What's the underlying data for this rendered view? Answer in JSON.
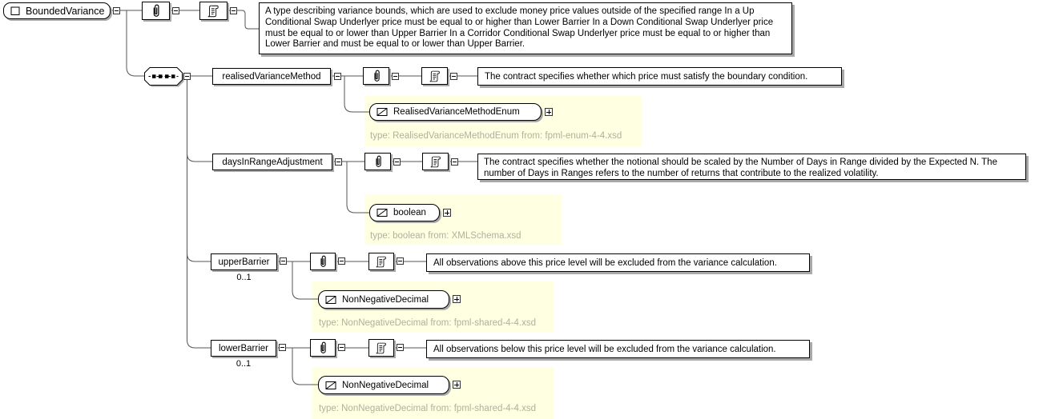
{
  "schema": {
    "root": {
      "label": "BoundedVariance",
      "doc": "A type describing variance bounds, which are used to exclude money price values outside of the specified range In a Up Conditional Swap Underlyer price must be equal to or higher than Lower Barrier In a Down Conditional Swap Underlyer price must be equal to or lower than Upper Barrier In a Corridor Conditional Swap Underlyer price must be equal to or higher than Lower Barrier and must be equal to or lower than Upper Barrier."
    },
    "elements": [
      {
        "name": "realisedVarianceMethod",
        "cardinality": "",
        "doc": "The contract specifies whether which price must satisfy the boundary condition.",
        "type": {
          "label": "RealisedVarianceMethodEnum",
          "note": "type: RealisedVarianceMethodEnum from: fpml-enum-4-4.xsd"
        }
      },
      {
        "name": "daysInRangeAdjustment",
        "cardinality": "",
        "doc": "The contract specifies whether the notional should be scaled by the Number of Days in Range divided by the Expected N. The number of Days in Ranges refers to the number of returns that contribute to the realized volatility.",
        "type": {
          "label": "boolean",
          "note": "type: boolean from: XMLSchema.xsd"
        }
      },
      {
        "name": "upperBarrier",
        "cardinality": "0..1",
        "doc": "All observations above this price level will be excluded from the variance calculation.",
        "type": {
          "label": "NonNegativeDecimal",
          "note": "type: NonNegativeDecimal from: fpml-shared-4-4.xsd"
        }
      },
      {
        "name": "lowerBarrier",
        "cardinality": "0..1",
        "doc": "All observations below this price level will be excluded from the variance calculation.",
        "type": {
          "label": "NonNegativeDecimal",
          "note": "type: NonNegativeDecimal from: fpml-shared-4-4.xsd"
        }
      }
    ],
    "icons": {
      "attributes": "paperclip-icon",
      "annotation": "scroll-icon",
      "sequence": "sequence-icon",
      "complex_type": "rect-icon",
      "simple_type": "simpletype-icon",
      "collapse": "minus-toggle",
      "expand": "plus-toggle"
    },
    "colors": {
      "type_area_bg": "#ffffe1",
      "note_text": "#b0b09e",
      "shadow": "#a9a9a9",
      "line": "#555555"
    }
  }
}
